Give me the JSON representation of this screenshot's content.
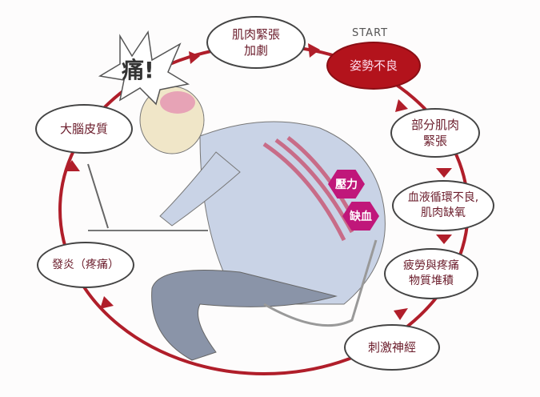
{
  "start_label": "START",
  "pain_exclaim": "痛!",
  "cycle_nodes": [
    {
      "text": "姿勢不良",
      "highlight": true
    },
    {
      "text": "部分肌肉\n緊張"
    },
    {
      "text": "血液循環不良,\n肌肉缺氧"
    },
    {
      "text": "疲勞與疼痛\n物質堆積"
    },
    {
      "text": "刺激神經"
    },
    {
      "text": "發炎（疼痛）"
    },
    {
      "text": "大腦皮質"
    },
    {
      "text": "肌肉緊張\n加劇"
    }
  ],
  "body_labels": {
    "pressure": "壓力",
    "ischemia": "缺血"
  },
  "colors": {
    "cycle_arrow": "#b01e2a",
    "start_node": "#b3131c",
    "badge": "#c0177a",
    "shirt": "#c9d3e6"
  }
}
